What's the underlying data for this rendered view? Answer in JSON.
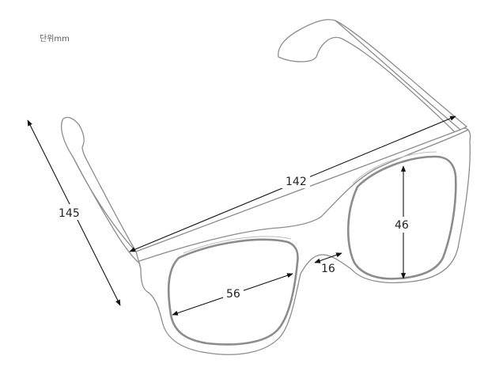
{
  "unit_label": "단위mm",
  "dimensions": {
    "temple_length": "145",
    "frame_width": "142",
    "lens_width": "56",
    "lens_height": "46",
    "bridge_width": "16"
  }
}
